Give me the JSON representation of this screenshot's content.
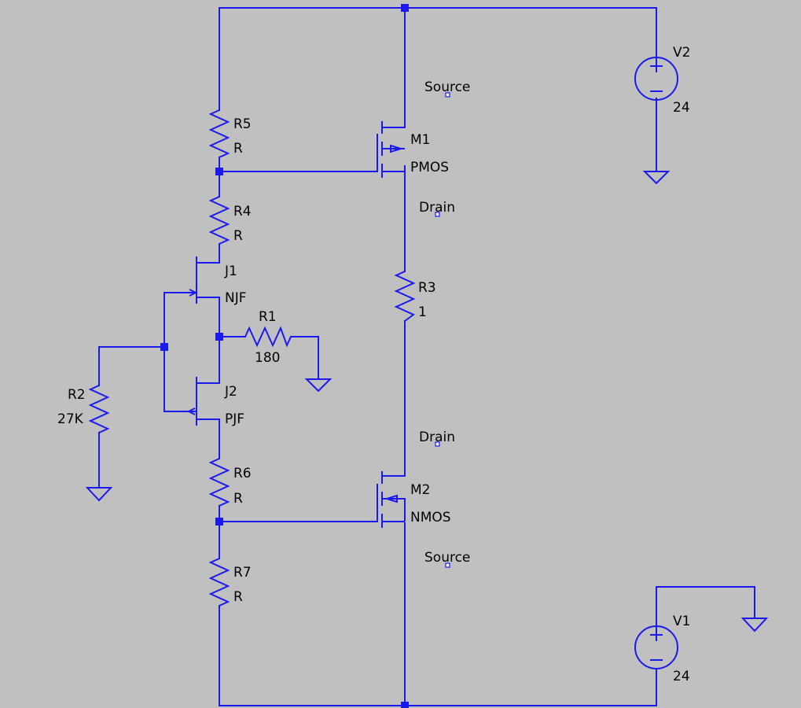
{
  "schematic": {
    "components": {
      "R5": {
        "ref": "R5",
        "value": "R"
      },
      "R4": {
        "ref": "R4",
        "value": "R"
      },
      "R6": {
        "ref": "R6",
        "value": "R"
      },
      "R7": {
        "ref": "R7",
        "value": "R"
      },
      "R3": {
        "ref": "R3",
        "value": "1"
      },
      "R1": {
        "ref": "R1",
        "value": "180"
      },
      "R2": {
        "ref": "R2",
        "value": "27K"
      },
      "J1": {
        "ref": "J1",
        "model": "NJF"
      },
      "J2": {
        "ref": "J2",
        "model": "PJF"
      },
      "M1": {
        "ref": "M1",
        "model": "PMOS"
      },
      "M2": {
        "ref": "M2",
        "model": "NMOS"
      },
      "V1": {
        "ref": "V1",
        "value": "24"
      },
      "V2": {
        "ref": "V2",
        "value": "24"
      }
    },
    "net_labels": {
      "source_top": "Source",
      "drain_top": "Drain",
      "drain_bottom": "Drain",
      "source_bottom": "Source"
    },
    "colors": {
      "wire": "#1a1aee",
      "background": "#c0c0c0",
      "text": "#000000"
    }
  }
}
